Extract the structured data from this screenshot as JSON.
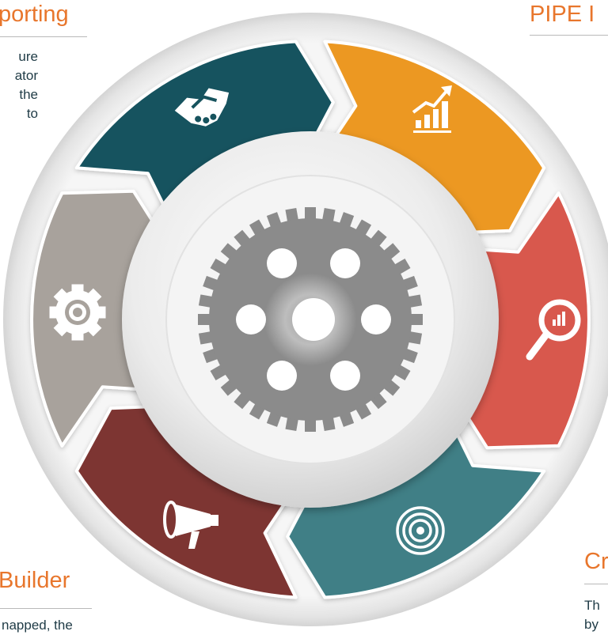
{
  "headings": {
    "top_left": "porting",
    "top_right": "PIPE I",
    "bottom_left": "Builder",
    "bottom_right": "Cr"
  },
  "top_left_text": [
    "ure",
    "ator",
    "the",
    "to"
  ],
  "bottom_left_text": "napped, the",
  "bottom_right_text": [
    "Th",
    "by"
  ],
  "ring_segments": [
    {
      "name": "handshake",
      "color": "#17535e",
      "icon": "handshake-icon"
    },
    {
      "name": "growth",
      "color": "#ec9820",
      "icon": "growth-chart-icon"
    },
    {
      "name": "analysis",
      "color": "#d8584d",
      "icon": "magnifier-chart-icon"
    },
    {
      "name": "target",
      "color": "#3f7f86",
      "icon": "target-icon"
    },
    {
      "name": "promotion",
      "color": "#7d3531",
      "icon": "megaphone-icon"
    },
    {
      "name": "settings",
      "color": "#a8a29c",
      "icon": "gear-icon"
    }
  ],
  "center": {
    "icon": "cog-wheel-icon",
    "color": "#8b8b8b"
  }
}
